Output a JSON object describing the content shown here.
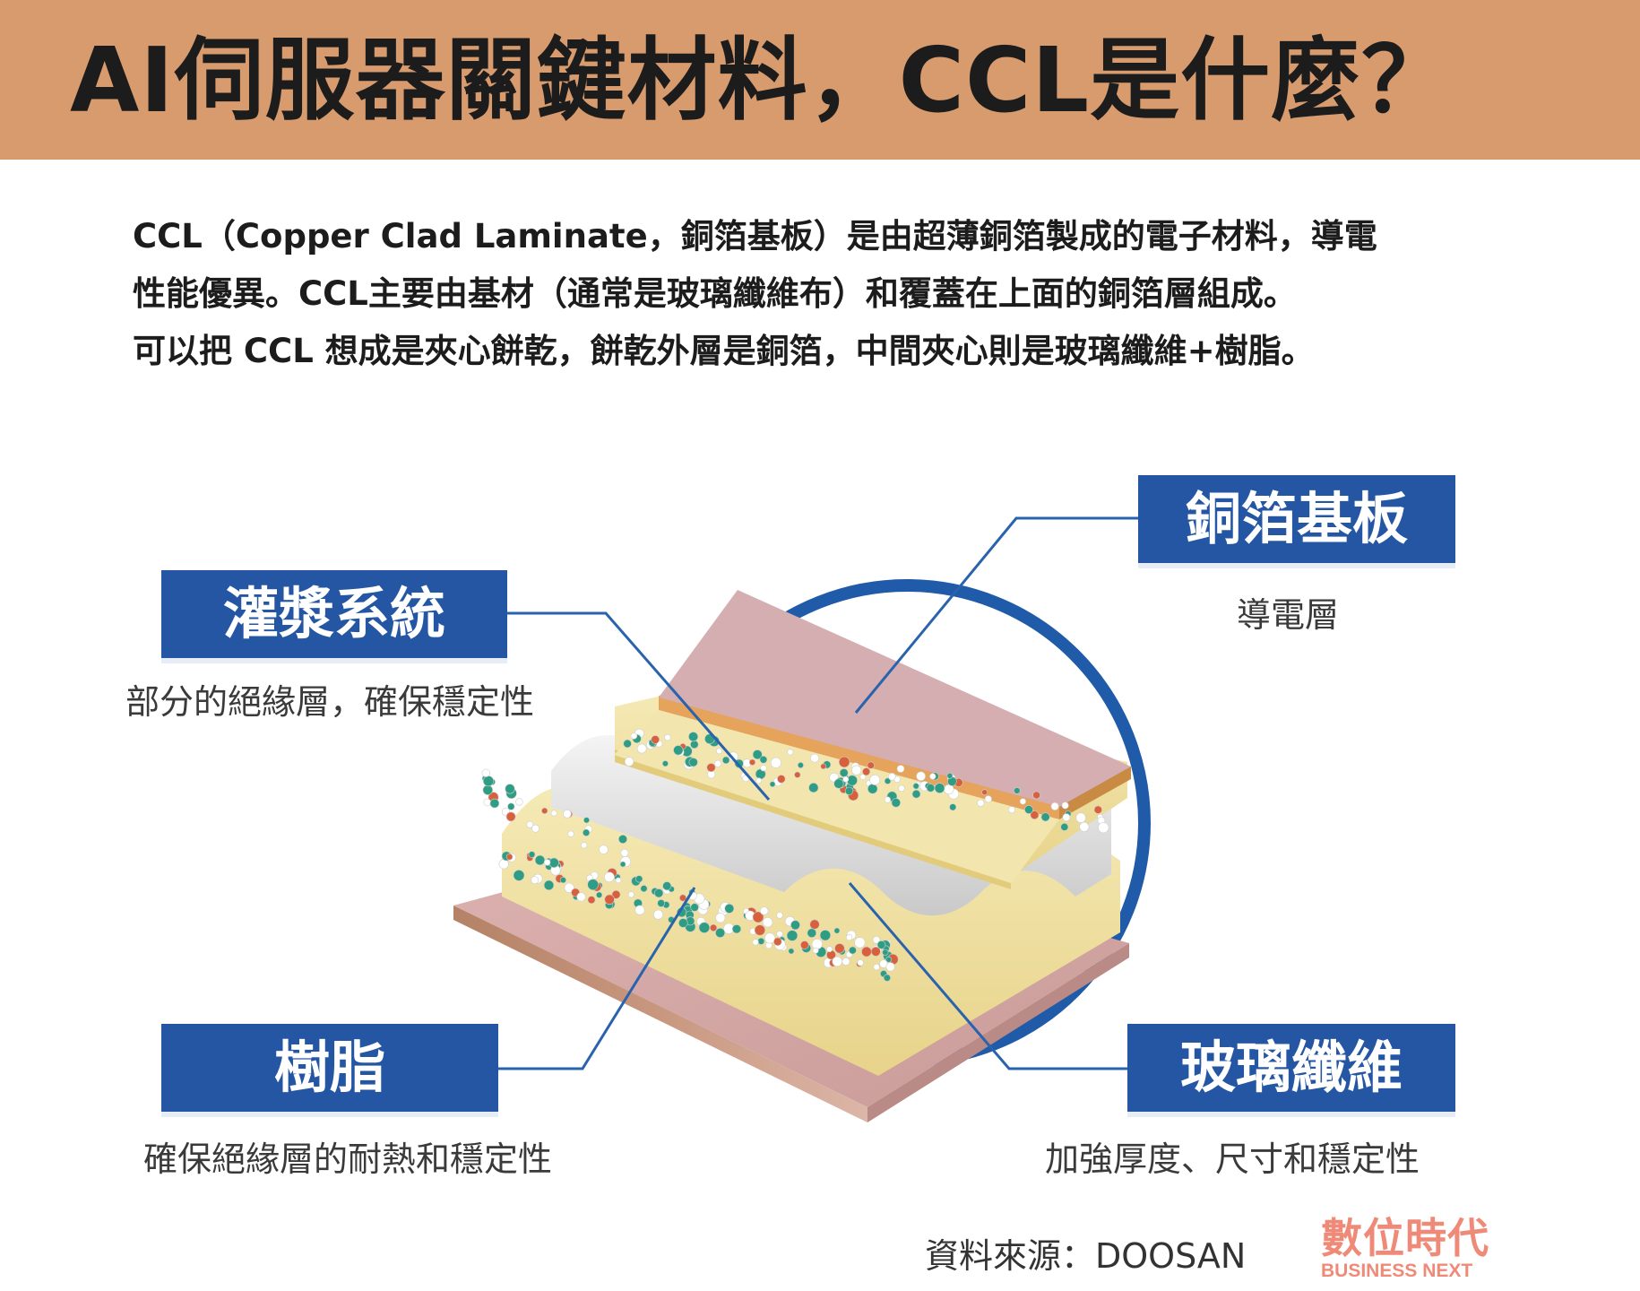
{
  "header": {
    "title": "AI伺服器關鍵材料，CCL是什麼？"
  },
  "intro": {
    "line1": "CCL（Copper Clad Laminate，銅箔基板）是由超薄銅箔製成的電子材料，導電",
    "line2": "性能優異。CCL主要由基材（通常是玻璃纖維布）和覆蓋在上面的銅箔層組成。",
    "line3": "可以把 CCL 想成是夾心餅乾，餅乾外層是銅箔，中間夾心則是玻璃纖維+樹脂。"
  },
  "labels": {
    "copper": {
      "title": "銅箔基板",
      "desc": "導電層"
    },
    "sizing": {
      "title": "灌漿系統",
      "desc": "部分的絕緣層，確保穩定性"
    },
    "resin": {
      "title": "樹脂",
      "desc": "確保絕緣層的耐熱和穩定性"
    },
    "glass": {
      "title": "玻璃纖維",
      "desc": "加強厚度、尺寸和穩定性"
    }
  },
  "footer": {
    "source": "資料來源：DOOSAN",
    "logo_cn": "數位時代",
    "logo_en": "BUSINESS NEXT"
  },
  "colors": {
    "header_bg": "#d89b6e",
    "label_bg": "#2456a4",
    "copper": "#cfa4a4",
    "resin": "#f0e3a6",
    "glass": "#dedede",
    "logo": "#f08a78"
  }
}
